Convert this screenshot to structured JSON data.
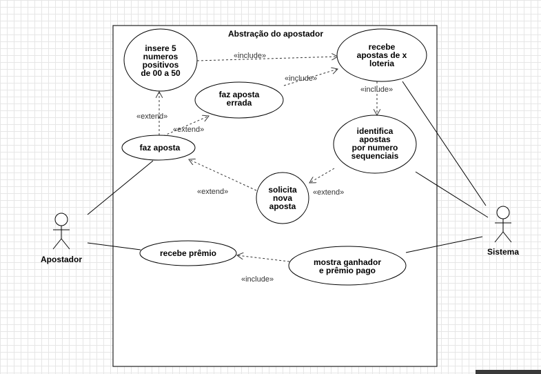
{
  "diagram": {
    "boundary_title": "Abstração do apostador",
    "actors": {
      "apostador": "Apostador",
      "sistema": "Sistema"
    },
    "use_cases": {
      "insere": "insere 5\nnumeros\npositivos\nde 00 a 50",
      "recebe_apostas": "recebe\napostas de x\nloteria",
      "faz_aposta_errada": "faz aposta\nerrada",
      "identifica": "identifica\napostas\npor numero\nsequenciais",
      "faz_aposta": "faz aposta",
      "solicita": "solicita\nnova\naposta",
      "recebe_premio": "recebe prêmio",
      "mostra_ganhador": "mostra ganhador\ne prêmio pago"
    },
    "relations": {
      "include_1": "«include»",
      "include_2": "«include»",
      "include_3": "«include»",
      "include_4": "«include»",
      "extend_1": "«extend»",
      "extend_2": "«extend»",
      "extend_3": "«extend»",
      "extend_4": "«extend»"
    }
  }
}
